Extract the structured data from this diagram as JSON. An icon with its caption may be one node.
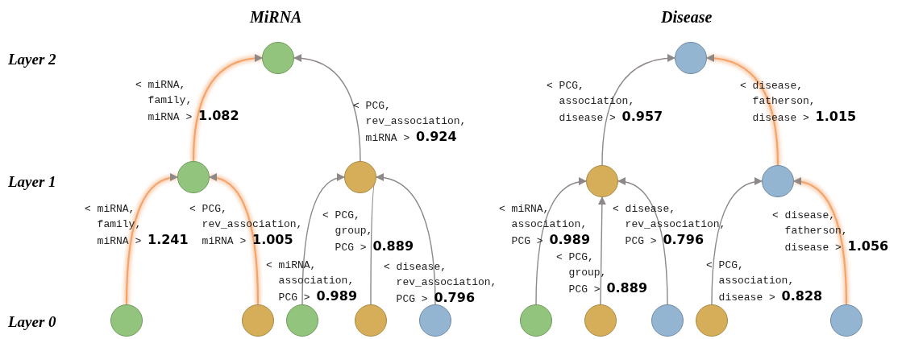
{
  "diagram": {
    "nodes": [
      {
        "text": [],
        "shape": "circle"
      },
      {
        "text": [],
        "shape": "circle"
      },
      {
        "text": [],
        "shape": "circle"
      },
      {
        "text": [],
        "shape": "circle"
      },
      {
        "text": [],
        "shape": "circle"
      },
      {
        "text": [],
        "shape": "circle"
      },
      {
        "text": [],
        "shape": "circle"
      },
      {
        "text": [],
        "shape": "circle"
      },
      {
        "text": [],
        "shape": "circle"
      },
      {
        "text": [],
        "shape": "circle"
      },
      {
        "text": [],
        "shape": "circle"
      },
      {
        "text": [],
        "shape": "circle"
      },
      {
        "text": [],
        "shape": "circle"
      },
      {
        "text": [],
        "shape": "circle"
      },
      {
        "text": [],
        "shape": "circle"
      },
      {
        "text": [],
        "shape": "circle"
      }
    ],
    "edges": [
      {
        "from": 1,
        "to": 0,
        "arrow": "to",
        "label": "< miRNA, family, miRNA > **1.082**",
        "color": "#f4a46a"
      },
      {
        "from": 2,
        "to": 0,
        "arrow": "to",
        "label": "< PCG, rev_association, miRNA > **0.924**"
      },
      {
        "from": 3,
        "to": 1,
        "arrow": "to",
        "label": "< miRNA, family, miRNA > **1.241**",
        "color": "#f4a46a"
      },
      {
        "from": 4,
        "to": 1,
        "arrow": "to",
        "label": "< PCG, rev_association, miRNA > **1.005**",
        "color": "#f4a46a"
      },
      {
        "from": 5,
        "to": 2,
        "arrow": "to",
        "label": "< miRNA, association, PCG > **0.989**"
      },
      {
        "from": 6,
        "to": 2,
        "arrow": "to",
        "label": "< PCG, group, PCG > **0.889**"
      },
      {
        "from": 7,
        "to": 2,
        "arrow": "to",
        "label": "< disease, rev_association, PCG > **0.796**"
      },
      {
        "from": 9,
        "to": 8,
        "arrow": "to",
        "label": "< PCG, association, disease > **0.957**"
      },
      {
        "from": 10,
        "to": 8,
        "arrow": "to",
        "label": "< disease, fatherson, disease > **1.015**",
        "color": "#f4a46a"
      },
      {
        "from": 11,
        "to": 9,
        "arrow": "to",
        "label": "< miRNA, association, PCG > **0.989**"
      },
      {
        "from": 12,
        "to": 9,
        "arrow": "to",
        "label": "< PCG, group, PCG > **0.889**"
      },
      {
        "from": 13,
        "to": 9,
        "arrow": "to",
        "label": "< disease, rev_association, PCG > **0.796**"
      },
      {
        "from": 14,
        "to": 10,
        "arrow": "to",
        "label": "< PCG, association, disease > **0.828**"
      },
      {
        "from": 15,
        "to": 10,
        "arrow": "to",
        "label": "< disease, fatherson, disease > **1.056**",
        "color": "#f4a46a"
      }
    ],
    "labels": [
      "MiRNA",
      "Disease",
      "Layer 2",
      "Layer 1",
      "Layer 0"
    ]
  }
}
